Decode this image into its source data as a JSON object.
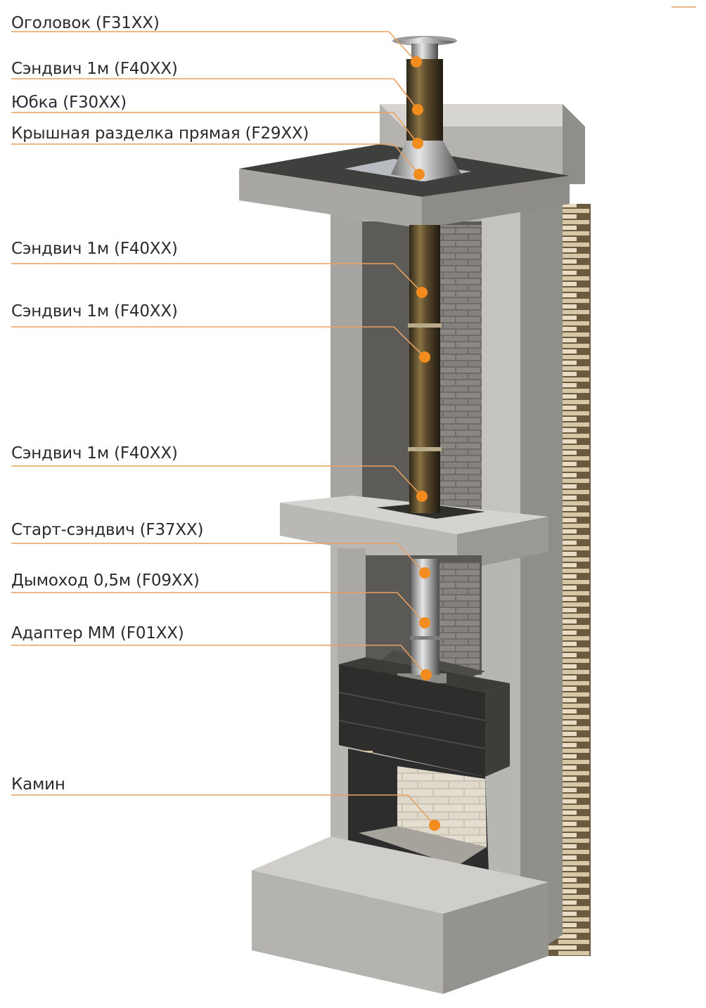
{
  "labels": [
    {
      "text": "Оголовок (F31XX)"
    },
    {
      "text": "Сэндвич 1м (F40XX)"
    },
    {
      "text": "Юбка (F30XX)"
    },
    {
      "text": "Крышная разделка прямая (F29XX)"
    },
    {
      "text": "Сэндвич 1м (F40XX)"
    },
    {
      "text": "Сэндвич 1м (F40XX)"
    },
    {
      "text": "Сэндвич 1м (F40XX)"
    },
    {
      "text": "Старт-сэндвич (F37XX)"
    },
    {
      "text": "Дымоход 0,5м (F09XX)"
    },
    {
      "text": "Адаптер MM (F01XX)"
    },
    {
      "text": "Камин"
    }
  ],
  "colors": {
    "leader": "#e8a060",
    "marker": "#f28c1e",
    "concrete_light": "#c9c8c6",
    "concrete_mid": "#a9a8a6",
    "concrete_dark": "#7d7c7a",
    "pipe": "#5a4a2e",
    "brick": "#d8c8ae",
    "firebox": "#222222"
  }
}
